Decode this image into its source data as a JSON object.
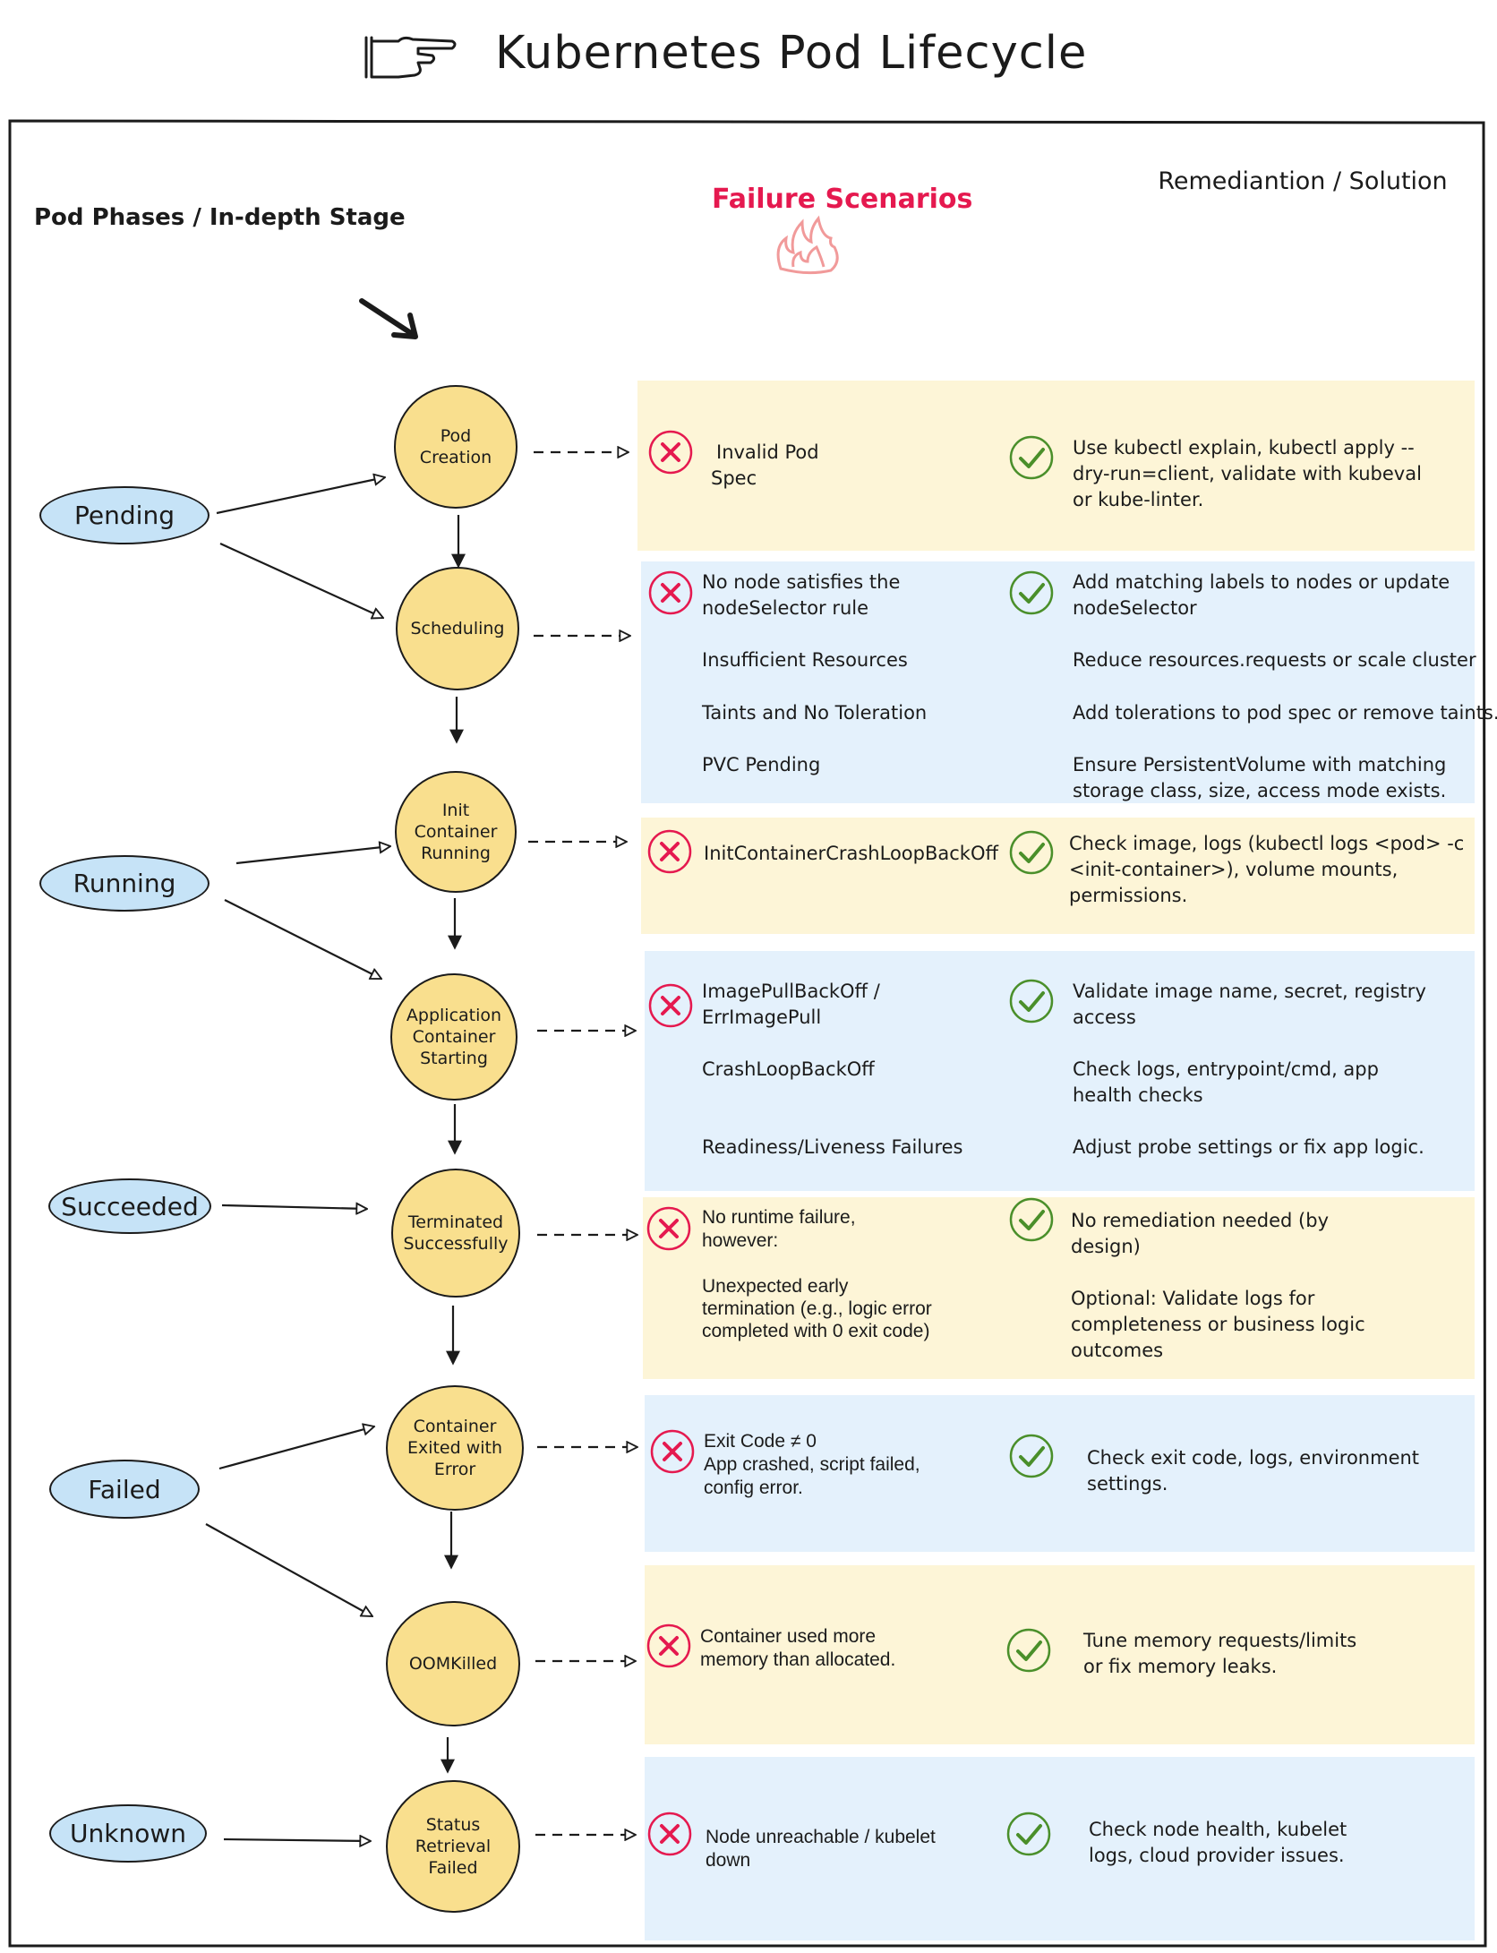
{
  "title": "Kubernetes Pod Lifecycle",
  "headers": {
    "phases": "Pod Phases / In-depth Stage",
    "failure": "Failure Scenarios",
    "remediation": "Remediantion / Solution"
  },
  "phases": {
    "pending": "Pending",
    "running": "Running",
    "succeeded": "Succeeded",
    "failed": "Failed",
    "unknown": "Unknown"
  },
  "stages": {
    "pod_creation": "Pod Creation",
    "scheduling": "Scheduling",
    "init_container": "Init Container Running",
    "app_container": "Application Container Starting",
    "terminated": "Terminated Successfully",
    "exited_error": "Container Exited with Error",
    "oomkilled": "OOMKilled",
    "status_failed": "Status Retrieval Failed"
  },
  "rows": {
    "r1": {
      "f1": "Invalid Pod",
      "f2": "Spec",
      "s1": "Use kubectl explain, kubectl apply --",
      "s2": "dry-run=client, validate with kubeval",
      "s3": "or kube-linter."
    },
    "r2": {
      "f1": "No node satisfies the",
      "f2": "nodeSelector rule",
      "f3": "Insufficient Resources",
      "f4": "Taints and No Toleration",
      "f5": "PVC Pending",
      "s1": "Add matching labels to nodes or update",
      "s2": "nodeSelector",
      "s3": "Reduce resources.requests or scale cluster",
      "s4": "Add tolerations to pod spec or remove taints.",
      "s5": "Ensure PersistentVolume with matching",
      "s6": "storage class, size, access mode exists."
    },
    "r3": {
      "f1": "InitContainerCrashLoopBackOff",
      "s1": "Check image, logs (kubectl logs <pod> -c",
      "s2": "<init-container>), volume mounts,",
      "s3": "permissions."
    },
    "r4": {
      "f1": "ImagePullBackOff /",
      "f2": "ErrImagePull",
      "f3": "CrashLoopBackOff",
      "f4": "Readiness/Liveness Failures",
      "s1": "Validate image name, secret, registry",
      "s2": "access",
      "s3": "Check logs, entrypoint/cmd, app",
      "s4": "health checks",
      "s5": "Adjust probe settings or fix app logic."
    },
    "r5": {
      "f1": "No runtime failure,",
      "f2": "however:",
      "f3": "Unexpected early",
      "f4": "termination (e.g., logic error",
      "f5": "completed with 0 exit code)",
      "s1": "No remediation needed (by",
      "s2": "design)",
      "s3": "Optional: Validate logs for",
      "s4": "completeness or business logic",
      "s5": "outcomes"
    },
    "r6": {
      "f1": "Exit Code ≠ 0",
      "f2": "App crashed, script failed,",
      "f3": "config error.",
      "s1": "Check exit code, logs, environment",
      "s2": "settings."
    },
    "r7": {
      "f1": "Container used more",
      "f2": "memory than allocated.",
      "s1": "Tune memory requests/limits",
      "s2": "or fix memory leaks."
    },
    "r8": {
      "f1": "Node unreachable / kubelet",
      "f2": "down",
      "s1": "Check node health, kubelet",
      "s2": "logs, cloud provider issues."
    }
  },
  "colors": {
    "stage_fill": "#f9df8e",
    "phase_fill": "#c6e3f7",
    "band_yellow": "#fdf5d7",
    "band_blue": "#e4f1fc",
    "error_icon": "#e5194f",
    "success_icon": "#4a8f2a",
    "failure_header": "#e5194f"
  },
  "icons": {
    "pointer": "pointing-hand-icon",
    "fire": "fire-icon",
    "error": "x-circle-icon",
    "success": "check-circle-icon"
  }
}
